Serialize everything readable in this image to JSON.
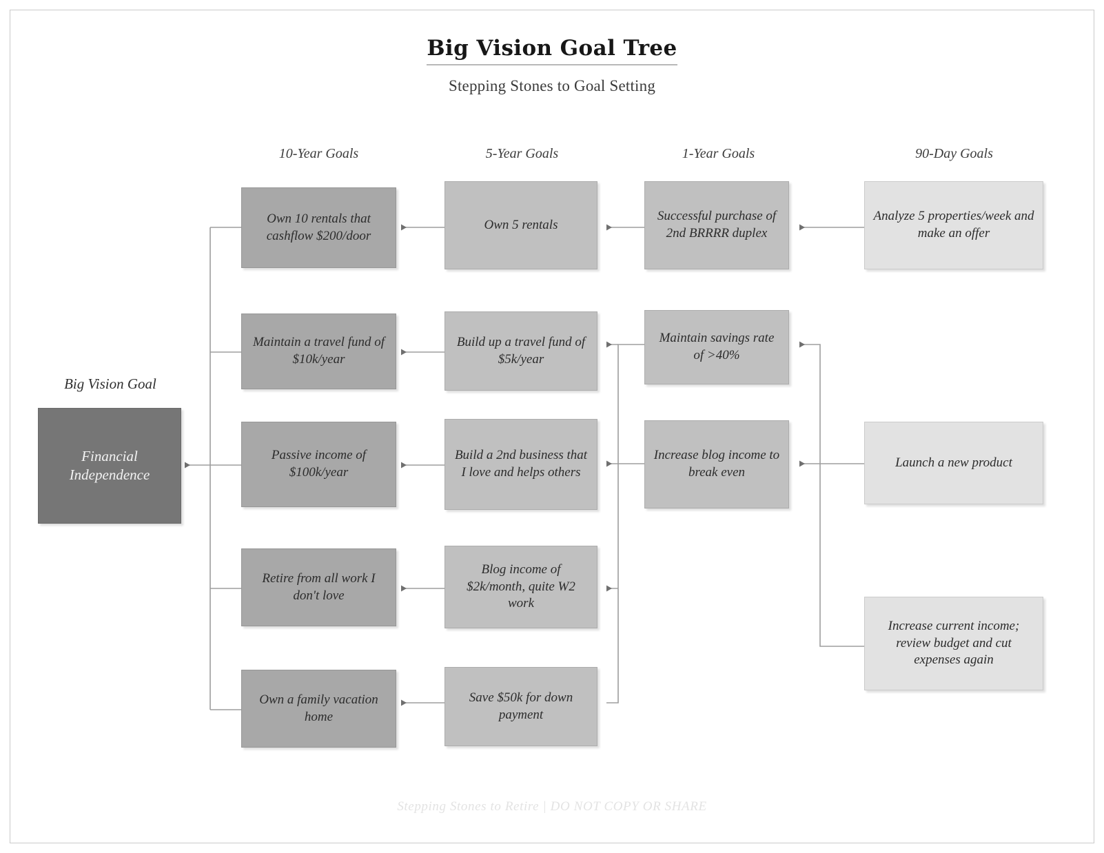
{
  "header": {
    "title": "Big Vision Goal Tree",
    "subtitle": "Stepping Stones to Goal Setting"
  },
  "columns": [
    {
      "label": "10-Year Goals"
    },
    {
      "label": "5-Year Goals"
    },
    {
      "label": "1-Year Goals"
    },
    {
      "label": "90-Day Goals"
    }
  ],
  "root": {
    "caption": "Big Vision Goal",
    "label": "Financial Independence"
  },
  "nodes": {
    "ten_year": [
      {
        "label": "Own 10 rentals that cashflow $200/door"
      },
      {
        "label": "Maintain a travel fund of $10k/year"
      },
      {
        "label": "Passive income of $100k/year"
      },
      {
        "label": "Retire from all work I don't love"
      },
      {
        "label": "Own a family vacation home"
      }
    ],
    "five_year": [
      {
        "label": "Own 5 rentals"
      },
      {
        "label": "Build up a travel fund of $5k/year"
      },
      {
        "label": "Build a 2nd business that I love and helps others"
      },
      {
        "label": "Blog income of $2k/month, quite W2 work"
      },
      {
        "label": "Save $50k for down payment"
      }
    ],
    "one_year": [
      {
        "label": "Successful purchase of 2nd BRRRR duplex"
      },
      {
        "label": "Maintain savings rate of >40%"
      },
      {
        "label": "Increase blog income to break even"
      }
    ],
    "ninety_day": [
      {
        "label": "Analyze 5 properties/week and make an offer"
      },
      {
        "label": "Launch a new product"
      },
      {
        "label": "Increase current income; review budget and cut expenses again"
      }
    ]
  },
  "footer": {
    "text": "Stepping Stones to Retire | DO NOT COPY OR SHARE"
  },
  "colors": {
    "root_fill": "#767676",
    "ten_year_fill": "#a8a8a8",
    "five_year_fill": "#c0c0c0",
    "one_year_fill": "#c0c0c0",
    "ninety_day_fill": "#e2e2e2",
    "wire": "#9d9d9d",
    "page_border": "#c9c9c9"
  }
}
